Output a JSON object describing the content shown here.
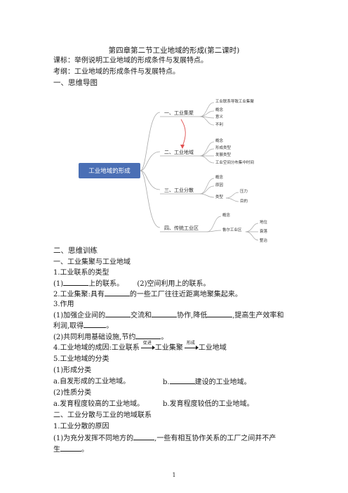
{
  "title": "第四章第二节工业地域的形成(第二课时)",
  "curriculum": "课标：举例说明工业地域的形成条件与发展特点。",
  "exam_outline": "考纲：工业地域的形成条件与发展特点。",
  "section1": "一、思维导图",
  "mindmap": {
    "root": "工业地域的形成",
    "branches": [
      {
        "label": "一、工业集聚",
        "children": [
          "工业联系导致工业集聚",
          "概念",
          "意义",
          "不利"
        ]
      },
      {
        "label": "二、工业地域",
        "children": [
          "概念",
          "形成类型",
          "发展类型",
          "工业空间分布集中时间"
        ]
      },
      {
        "label": "三、工业分散",
        "children": [
          "概念",
          "原因",
          "类型"
        ],
        "sub": [
          "压力",
          "目的"
        ]
      },
      {
        "label": "四、传统工业区",
        "children": [
          "概念",
          "鲁尔工业区"
        ],
        "sub": [
          "地位",
          "衰落",
          "整治"
        ]
      }
    ]
  },
  "section2": "二、思维训练",
  "lines": {
    "s1": "一、工业集聚与工业地域",
    "q1": "1.工业联系的类型",
    "q1a_pre": "(1)",
    "q1a_post": "上的联系。",
    "q1b": "(2)空间利用上的联系。",
    "q2_pre": "2.工业集聚:具有",
    "q2_post": "的一些工厂往往近距离地聚集起来。",
    "q3": "3.作用",
    "q3a_1": "(1)加强企业间的",
    "q3a_2": "交流和",
    "q3a_3": "协作,降低",
    "q3a_4": ",提高生产效率和",
    "q3a_5": "利润,取得",
    "q3a_6": "。",
    "q3b_pre": "(2)共同利用基础设施,节约",
    "q3b_post": "。",
    "q4_1": "4.工业地域的成因:工业联系",
    "q4_arrow1": "促进",
    "q4_2": "工业集聚",
    "q4_arrow2": "形成",
    "q4_3": "工业地域",
    "q5": "5.工业地域的分类",
    "q5a": "(1)形成分类",
    "q5a_1": "a.自发形成的工业地域。",
    "q5a_2_pre": "b.",
    "q5a_2_post": "建设的工业地域。",
    "q5b": "(2)性质分类",
    "q5b_1": "a.发育程度较高的工业地域。",
    "q5b_2": "b.发育程度较低的工业地域。",
    "s2": "二、工业分散与工业的地域联系",
    "p1": "1.工业分散的原因",
    "p1a_pre": "(1)为充分发挥不同地方的",
    "p1a_post": ",一些有相互协作关系的工厂之间并不产",
    "p1b_pre": "生",
    "p1b_post": "。"
  },
  "page_number": "1",
  "colors": {
    "root_fill": "#4a6fb5",
    "branch_line": "#a8a8a8",
    "arrow": "#e05050"
  }
}
